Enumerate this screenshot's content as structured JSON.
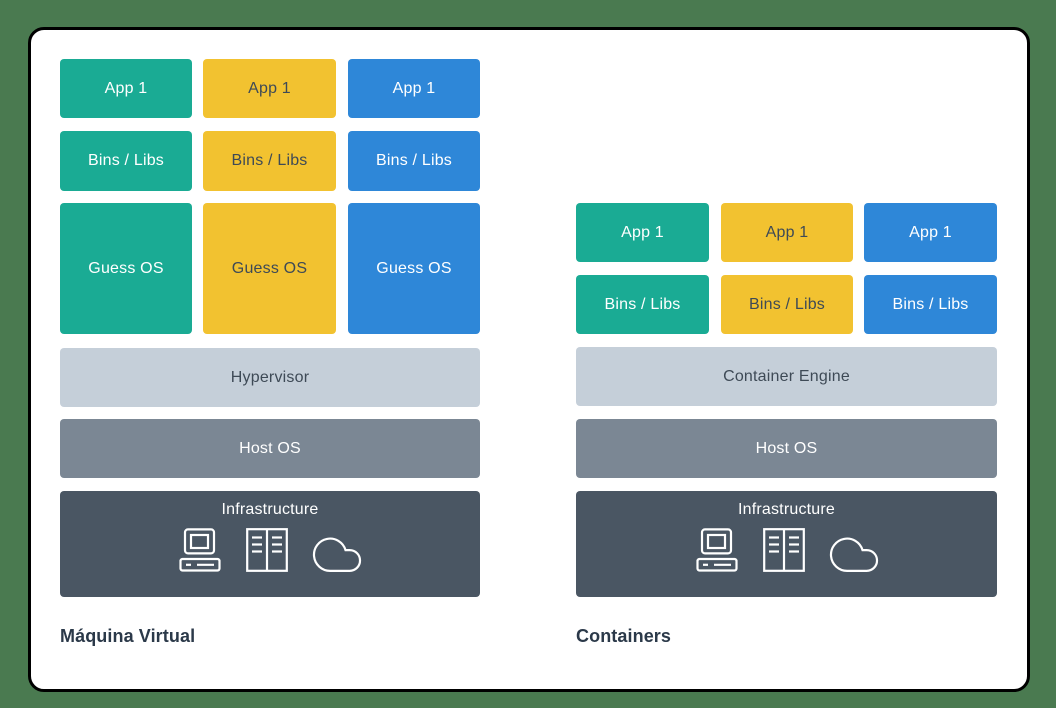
{
  "palette": {
    "background": "#4A7A50",
    "card": "#FFFFFF",
    "card_border": "#000000",
    "teal": "#1AAB94",
    "yellow": "#F2C230",
    "blue": "#2E87D8",
    "layer_light_gray": "#C5CFD9",
    "layer_gray": "#7B8794",
    "layer_dark_slate": "#4A5663",
    "text_light": "#FFFFFF",
    "text_dark": "#3E4A56",
    "label_text": "#2B3949"
  },
  "vm": {
    "label": "Máquina Virtual",
    "apps": [
      "App 1",
      "App 1",
      "App 1"
    ],
    "bins": [
      "Bins / Libs",
      "Bins / Libs",
      "Bins / Libs"
    ],
    "guest_os": [
      "Guess OS",
      "Guess OS",
      "Guess OS"
    ],
    "layers": {
      "hypervisor": "Hypervisor",
      "host_os": "Host OS",
      "infrastructure": "Infrastructure"
    },
    "infrastructure_icons": [
      "desktop-computer-icon",
      "server-rack-icon",
      "cloud-icon"
    ]
  },
  "containers": {
    "label": "Containers",
    "apps": [
      "App 1",
      "App 1",
      "App 1"
    ],
    "bins": [
      "Bins / Libs",
      "Bins / Libs",
      "Bins / Libs"
    ],
    "layers": {
      "container_engine": "Container Engine",
      "host_os": "Host OS",
      "infrastructure": "Infrastructure"
    },
    "infrastructure_icons": [
      "desktop-computer-icon",
      "server-rack-icon",
      "cloud-icon"
    ]
  }
}
